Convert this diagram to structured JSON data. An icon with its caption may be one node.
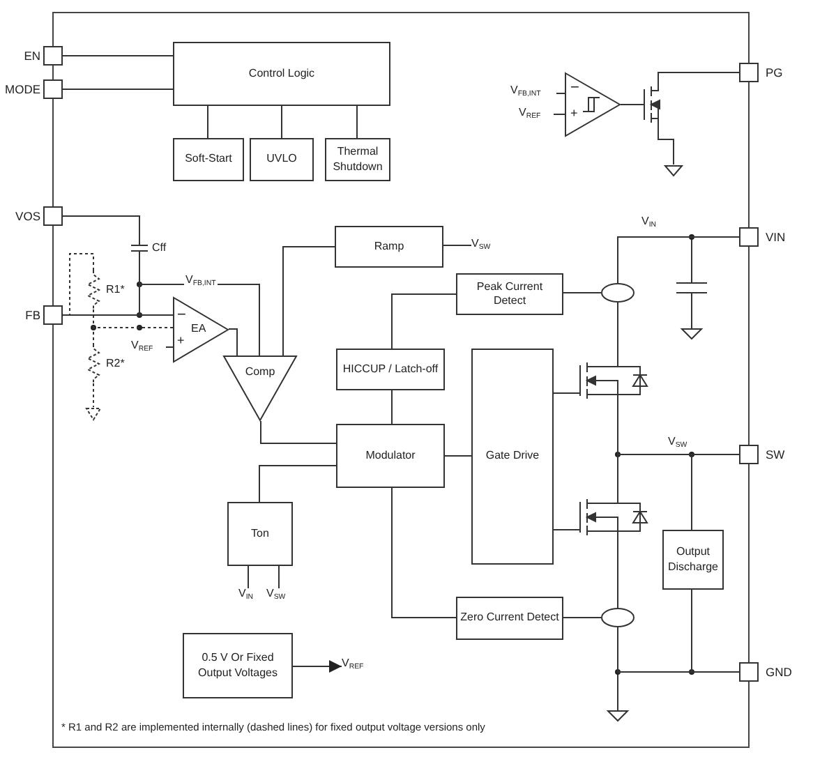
{
  "diagram": {
    "nodes": [
      {
        "text": [
          "Control Logic"
        ]
      },
      {
        "text": [
          "Soft-Start"
        ]
      },
      {
        "text": [
          "UVLO"
        ]
      },
      {
        "text": [
          "Thermal Shutdown"
        ]
      },
      {
        "text": [
          "EN"
        ]
      },
      {
        "text": [
          "MODE"
        ]
      },
      {
        "text": [
          "VOS"
        ]
      },
      {
        "text": [
          "FB"
        ]
      },
      {
        "text": [
          "PG"
        ]
      },
      {
        "text": [
          "VIN"
        ]
      },
      {
        "text": [
          "SW"
        ]
      },
      {
        "text": [
          "GND"
        ]
      },
      {
        "text": [
          "EA"
        ]
      },
      {
        "text": [
          "Comp"
        ]
      },
      {
        "text": [
          "Ramp"
        ]
      },
      {
        "text": [
          "V$_{SW}$"
        ]
      },
      {
        "text": [
          "Peak Current Detect"
        ]
      },
      {
        "text": [
          "HICCUP / Latch-off"
        ]
      },
      {
        "text": [
          "Gate Drive"
        ]
      },
      {
        "text": [
          "Modulator"
        ]
      },
      {
        "text": [
          "Ton"
        ]
      },
      {
        "text": [
          "V$_{IN}$"
        ]
      },
      {
        "text": [
          "V$_{SW}$"
        ]
      },
      {
        "text": [
          "Zero Current Detect"
        ]
      },
      {
        "text": [
          "Output Discharge"
        ]
      },
      {
        "text": [
          "0.5 V Or Fixed Output Voltages"
        ]
      },
      {
        "text": [
          "V$_{REF}$"
        ]
      },
      {
        "text": [
          "Cff"
        ]
      },
      {
        "text": [
          "R1*"
        ]
      },
      {
        "text": [
          "R2*"
        ]
      },
      {
        "text": [],
        "shape": "ground"
      },
      {
        "text": [
          "V$_{REF}$"
        ]
      },
      {
        "text": [
          "V$_{FB,INT}$"
        ]
      },
      {
        "text": [
          "V$_{REF}$"
        ]
      },
      {
        "text": [],
        "shape": "triangle"
      },
      {
        "text": [],
        "shape": "ellipse"
      },
      {
        "text": [],
        "shape": "ellipse"
      },
      {
        "text": [],
        "shape": "transistor"
      },
      {
        "text": [],
        "shape": "transistor"
      },
      {
        "text": [],
        "shape": "transistor"
      },
      {
        "text": [],
        "shape": "ground"
      }
    ],
    "edges": [
      {
        "from": 4,
        "to": 0,
        "arrow": "none"
      },
      {
        "from": 5,
        "to": 0,
        "arrow": "none"
      },
      {
        "from": 0,
        "to": 1,
        "arrow": "none"
      },
      {
        "from": 0,
        "to": 2,
        "arrow": "none"
      },
      {
        "from": 0,
        "to": 3,
        "arrow": "none"
      },
      {
        "from": 6,
        "to": 27,
        "arrow": "none"
      },
      {
        "from": 7,
        "to": 12,
        "arrow": "none"
      },
      {
        "from": 27,
        "to": 12,
        "arrow": "none"
      },
      {
        "from": 27,
        "to": 13,
        "arrow": "none",
        "label": "V$_{FB,INT}$"
      },
      {
        "from": 7,
        "to": 28,
        "arrow": "none",
        "style": "dashed"
      },
      {
        "from": 28,
        "to": 29,
        "arrow": "none",
        "style": "dashed"
      },
      {
        "from": 28,
        "to": 12,
        "arrow": "none",
        "style": "dashed"
      },
      {
        "from": 29,
        "to": 30,
        "arrow": "none",
        "style": "dashed"
      },
      {
        "from": 31,
        "to": 12,
        "arrow": "none"
      },
      {
        "from": 12,
        "to": 13,
        "arrow": "none"
      },
      {
        "from": 14,
        "to": 13,
        "arrow": "none"
      },
      {
        "from": 14,
        "to": 15,
        "arrow": "none"
      },
      {
        "from": 13,
        "to": 19,
        "arrow": "none"
      },
      {
        "from": 19,
        "to": 20,
        "arrow": "none"
      },
      {
        "from": 20,
        "to": 21,
        "arrow": "none"
      },
      {
        "from": 20,
        "to": 22,
        "arrow": "none"
      },
      {
        "from": 19,
        "to": 18,
        "arrow": "none"
      },
      {
        "from": 16,
        "to": 17,
        "arrow": "none"
      },
      {
        "from": 17,
        "to": 19,
        "arrow": "none"
      },
      {
        "from": 19,
        "to": 23,
        "arrow": "none"
      },
      {
        "from": 16,
        "to": 35,
        "arrow": "none"
      },
      {
        "from": 23,
        "to": 36,
        "arrow": "none"
      },
      {
        "from": 9,
        "to": 35,
        "arrow": "none",
        "label": "V$_{IN}$"
      },
      {
        "from": 36,
        "to": 11,
        "arrow": "none"
      },
      {
        "from": 24,
        "to": 10,
        "arrow": "none"
      },
      {
        "from": 24,
        "to": 11,
        "arrow": "none"
      },
      {
        "from": 25,
        "to": 26,
        "arrow": "to"
      },
      {
        "from": 32,
        "to": 34,
        "arrow": "none"
      },
      {
        "from": 33,
        "to": 34,
        "arrow": "none"
      },
      {
        "from": 34,
        "to": 39,
        "arrow": "none"
      },
      {
        "from": 39,
        "to": 8,
        "arrow": "none"
      },
      {
        "from": 18,
        "to": 37,
        "arrow": "none"
      },
      {
        "from": 18,
        "to": 38,
        "arrow": "none"
      },
      {
        "from": 10,
        "to": null,
        "arrow": "none",
        "label": "V$_{SW}$"
      },
      {
        "from": 35,
        "to": 37,
        "arrow": "none"
      },
      {
        "from": 37,
        "to": 38,
        "arrow": "none"
      },
      {
        "from": 38,
        "to": 36,
        "arrow": "none"
      },
      {
        "from": 39,
        "to": 40,
        "arrow": "none"
      }
    ],
    "labels": [
      "−",
      "+",
      "−",
      "+",
      "* R1 and R2 are implemented internally (dashed lines) for fixed output voltage versions only"
    ]
  }
}
